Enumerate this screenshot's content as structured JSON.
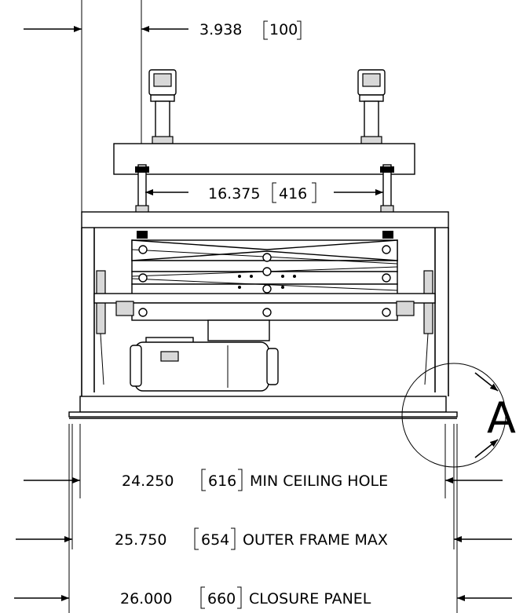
{
  "dimensions": {
    "top_offset": {
      "value": "3.938",
      "metric": "100"
    },
    "rod_spacing": {
      "value": "16.375",
      "metric": "416"
    },
    "ceiling_hole": {
      "value": "24.250",
      "metric": "616",
      "label": "MIN CEILING HOLE"
    },
    "outer_frame": {
      "value": "25.750",
      "metric": "654",
      "label": "OUTER FRAME MAX"
    },
    "closure_panel": {
      "value": "26.000",
      "metric": "660",
      "label": "CLOSURE PANEL"
    }
  },
  "detail_callout": {
    "label": "A"
  }
}
